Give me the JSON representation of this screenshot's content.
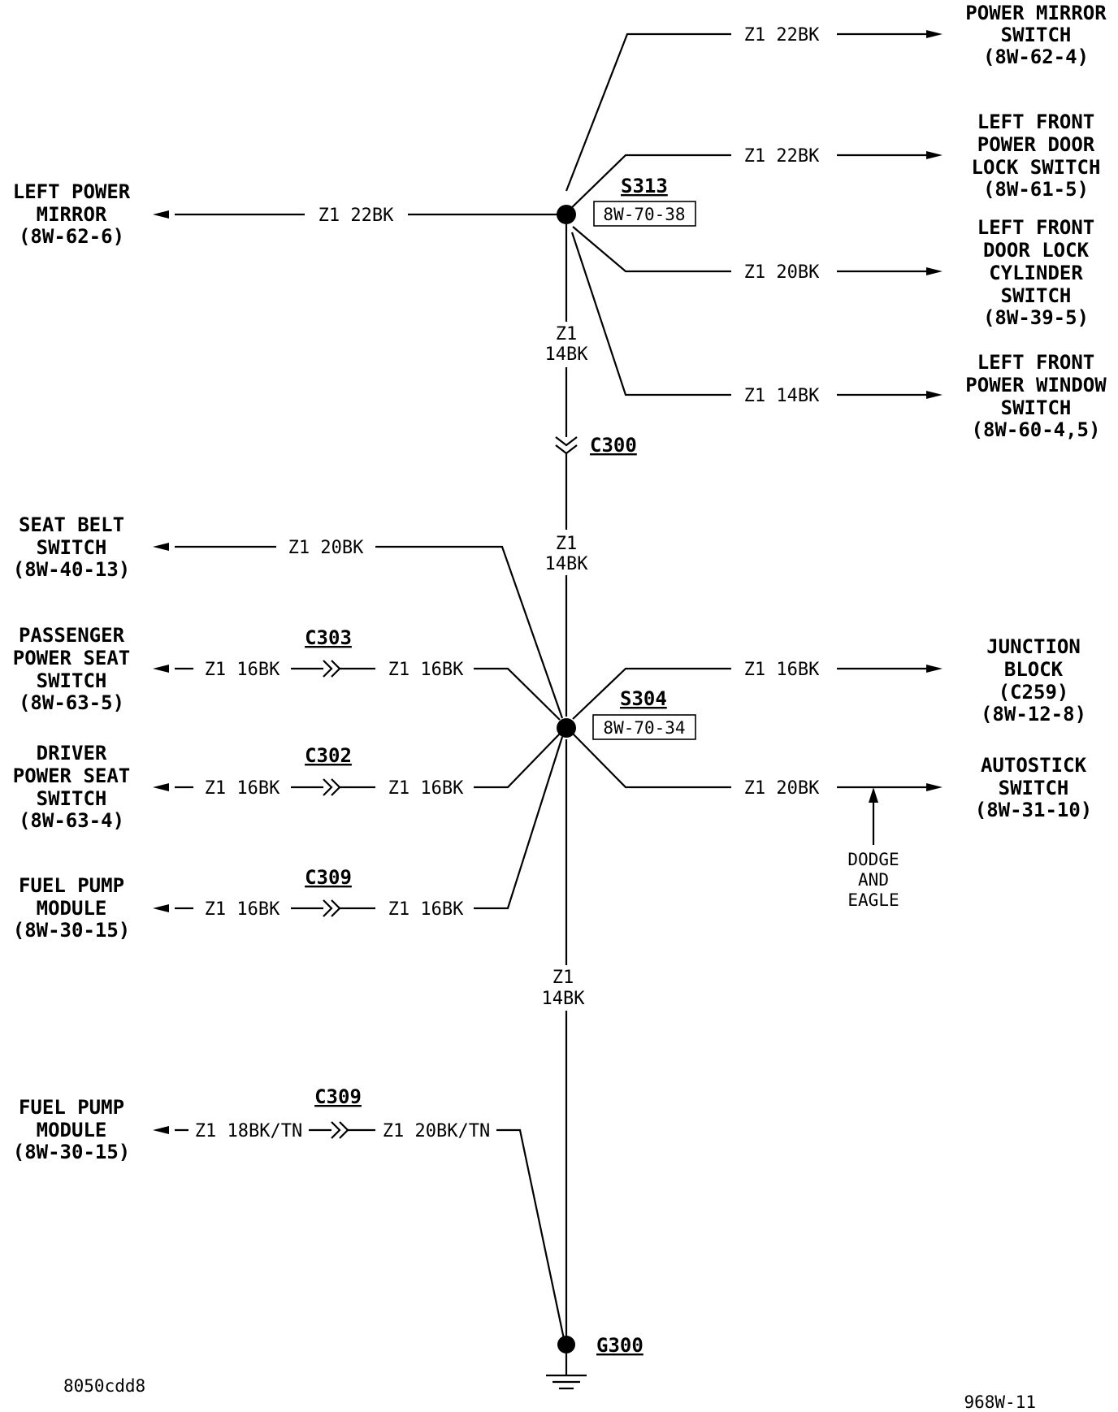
{
  "components": {
    "power_mirror_switch": [
      "POWER MIRROR",
      "SWITCH",
      "(8W-62-4)"
    ],
    "left_front_power_door_lock_switch": [
      "LEFT FRONT",
      "POWER DOOR",
      "LOCK SWITCH",
      "(8W-61-5)"
    ],
    "left_power_mirror": [
      "LEFT POWER",
      "MIRROR",
      "(8W-62-6)"
    ],
    "left_front_door_lock_cylinder_switch": [
      "LEFT FRONT",
      "DOOR LOCK",
      "CYLINDER",
      "SWITCH",
      "(8W-39-5)"
    ],
    "left_front_power_window_switch": [
      "LEFT FRONT",
      "POWER WINDOW",
      "SWITCH",
      "(8W-60-4,5)"
    ],
    "seat_belt_switch": [
      "SEAT BELT",
      "SWITCH",
      "(8W-40-13)"
    ],
    "passenger_power_seat_switch": [
      "PASSENGER",
      "POWER SEAT",
      "SWITCH",
      "(8W-63-5)"
    ],
    "junction_block": [
      "JUNCTION",
      "BLOCK",
      "(C259)",
      "(8W-12-8)"
    ],
    "driver_power_seat_switch": [
      "DRIVER",
      "POWER SEAT",
      "SWITCH",
      "(8W-63-4)"
    ],
    "autostick_switch": [
      "AUTOSTICK",
      "SWITCH",
      "(8W-31-10)"
    ],
    "fuel_pump_module_1": [
      "FUEL PUMP",
      "MODULE",
      "(8W-30-15)"
    ],
    "fuel_pump_module_2": [
      "FUEL PUMP",
      "MODULE",
      "(8W-30-15)"
    ]
  },
  "wires": {
    "power_mirror_switch": "Z1 22BK",
    "door_lock_switch": "Z1 22BK",
    "left_power_mirror": "Z1 22BK",
    "door_lock_cylinder": "Z1 20BK",
    "power_window": "Z1 14BK",
    "trunk_upper": [
      "Z1",
      "14BK"
    ],
    "trunk_middle": [
      "Z1",
      "14BK"
    ],
    "seat_belt": "Z1 20BK",
    "passenger_seat_left": "Z1 16BK",
    "passenger_seat_right": "Z1 16BK",
    "junction_block": "Z1 16BK",
    "driver_seat_left": "Z1 16BK",
    "driver_seat_right": "Z1 16BK",
    "autostick": "Z1 20BK",
    "fuel_pump_1_left": "Z1 16BK",
    "fuel_pump_1_right": "Z1 16BK",
    "trunk_lower": [
      "Z1",
      "14BK"
    ],
    "fuel_pump_2_left": "Z1 18BK/TN",
    "fuel_pump_2_right": "Z1 20BK/TN"
  },
  "splices": {
    "s313": {
      "label": "S313",
      "ref": "8W-70-38"
    },
    "s304": {
      "label": "S304",
      "ref": "8W-70-34"
    }
  },
  "connectors": {
    "c300": "C300",
    "c303": "C303",
    "c302": "C302",
    "c309_a": "C309",
    "c309_b": "C309"
  },
  "ground": {
    "label": "G300"
  },
  "note": {
    "lines": [
      "DODGE",
      "AND",
      "EAGLE"
    ]
  },
  "footer": {
    "left_code": "8050cdd8",
    "right_code": "968W-11"
  }
}
